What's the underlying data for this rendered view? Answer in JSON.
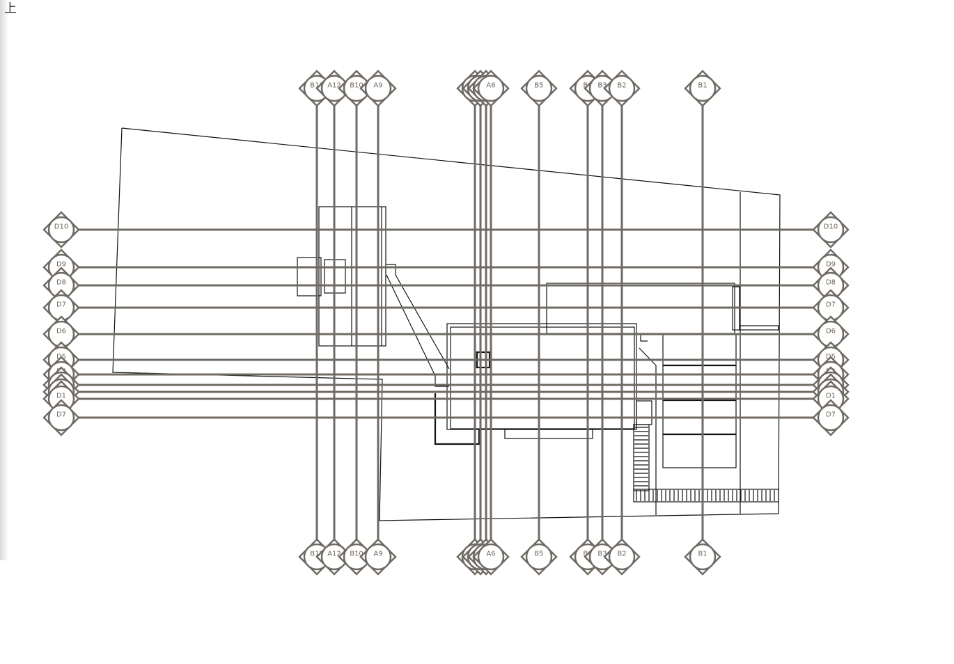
{
  "view": {
    "label": "上"
  },
  "grid": {
    "vertical": [
      {
        "label": "B12"
      },
      {
        "label": "A12"
      },
      {
        "label": "B10"
      },
      {
        "label": "A9"
      },
      {
        "label": "B8"
      },
      {
        "label": "B7"
      },
      {
        "label": "A7"
      },
      {
        "label": "A6"
      },
      {
        "label": "B5"
      },
      {
        "label": "B4"
      },
      {
        "label": "B3"
      },
      {
        "label": "B2"
      },
      {
        "label": "B1"
      }
    ],
    "horizontal": [
      {
        "label": "D10"
      },
      {
        "label": "D9"
      },
      {
        "label": "D8"
      },
      {
        "label": "D7"
      },
      {
        "label": "D6"
      },
      {
        "label": "D5"
      },
      {
        "label": "D4"
      },
      {
        "label": "D3"
      },
      {
        "label": "D2"
      },
      {
        "label": "D1"
      },
      {
        "label": "D7"
      }
    ]
  },
  "colors": {
    "grid": "#6f6a64",
    "building": "#111111",
    "background": "#ffffff"
  }
}
